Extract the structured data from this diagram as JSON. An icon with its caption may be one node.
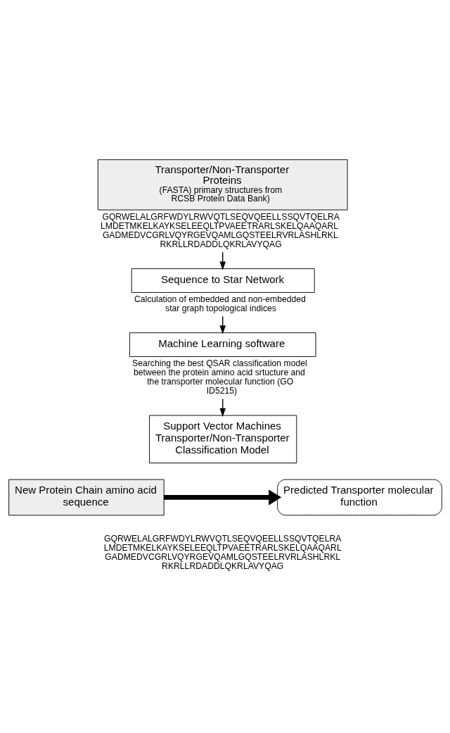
{
  "diagram": {
    "nodes": [
      {
        "text": [
          "Transporter/Non-Transporter Proteins",
          "(FASTA) primary structures from RCSB Protein Data Bank)"
        ],
        "beside": [
          "GQRWELALGRFWDYLRWVQTLSEQVQEELLSSQVTQELRA LMDETMKELKAYKSELEEQLTPVAEETRARLSKELQAAQARL GADMEDVCGRLVQYRGEVQAMLGQSTEELRVRLASHLRKL RKRLLRDADDLQKRLAVYQAG"
        ]
      },
      {
        "text": [
          "Sequence to Star Network"
        ],
        "beside": [
          "Calculation of embedded and non-embedded star graph topological indices"
        ]
      },
      {
        "text": [
          "Machine Learning software"
        ],
        "beside": [
          "Searching the best QSAR classification model between the protein amino acid srtucture and the transporter molecular function (GO ID5215)"
        ]
      },
      {
        "text": [
          "Support Vector Machines Transporter/Non-Transporter Classification Model"
        ]
      },
      {
        "text": [
          "New Protein Chain amino acid sequence"
        ]
      },
      {
        "text": [
          "Predicted Transporter molecular function"
        ]
      }
    ],
    "edges": [
      {
        "from": 0,
        "to": 1,
        "arrow": "to"
      },
      {
        "from": 1,
        "to": 2,
        "arrow": "to"
      },
      {
        "from": 2,
        "to": 3,
        "arrow": "to"
      },
      {
        "from": 4,
        "to": 5,
        "arrow": "to",
        "style": "thick"
      }
    ],
    "labels": [
      "GQRWELALGRFWDYLRWVQTLSEQVQEELLSSQVTQELRA LMDETMKELKAYKSELEEQLTPVAEETRARLSKELQAAQARL GADMEDVCGRLVQYRGEVQAMLGQSTEELRVRLASHLRKL RKRLLRDADDLQKRLAVYQAG"
    ]
  }
}
